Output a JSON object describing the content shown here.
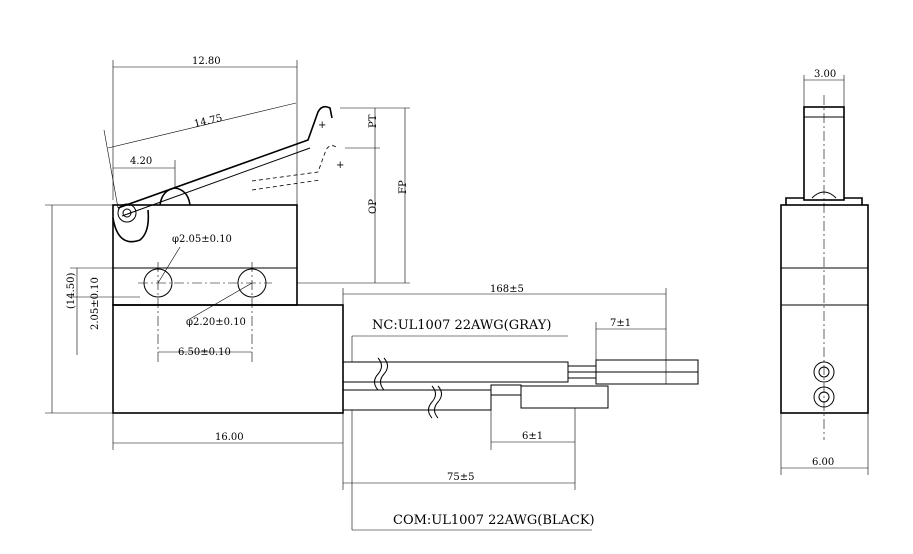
{
  "dimensions": {
    "width_top": "12.80",
    "lever_length": "14.75",
    "roller_offset": "4.20",
    "hole_small": "φ2.05±0.10",
    "hole_large": "φ2.20±0.10",
    "hole_pitch": "6.50±0.10",
    "body_length": "16.00",
    "overall_height": "(14.50)",
    "hole_height": "2.05±0.10",
    "pt": "PT",
    "op": "OP",
    "fp": "FP",
    "side_width_top": "3.00",
    "side_width_bottom": "6.00"
  },
  "wires": {
    "nc_label": "NC:UL1007 22AWG(GRAY)",
    "com_label": "COM:UL1007 22AWG(BLACK)",
    "length_nc": "168±5",
    "length_com": "75±5",
    "strip_nc": "7±1",
    "strip_com": "6±1"
  }
}
